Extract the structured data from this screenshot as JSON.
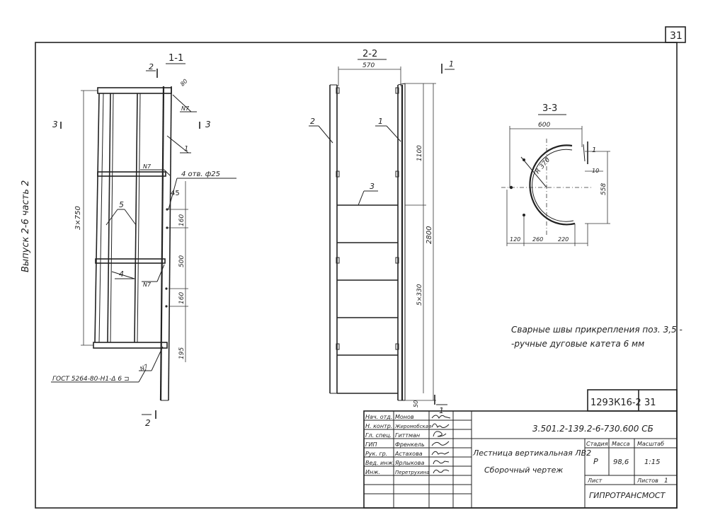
{
  "page_number": "31",
  "side_note": "Выпуск 2-6 часть 2",
  "view_1": {
    "title": "1-1",
    "cut_2": "2",
    "cut_3": "3",
    "dim_height": "3×750",
    "dim_45": "45",
    "dim_160a": "160",
    "dim_500": "500",
    "dim_160b": "160",
    "dim_195": "195",
    "dim_80": "80",
    "holes": "4 отв. ф25",
    "weld_marks": [
      "N7",
      "N7",
      "N7",
      "N7"
    ],
    "pos_1": "1",
    "pos_4": "4",
    "pos_5": "5",
    "gost": "ГОСТ 5264-80-Н1-Δ 6 ⊐"
  },
  "view_2": {
    "title": "2-2",
    "cut_1": "1",
    "dim_width": "570",
    "dim_1100": "1100",
    "dim_2800": "2800",
    "dim_rungs": "5×330",
    "dim_50": "50",
    "pos_1": "1",
    "pos_2": "2",
    "pos_3": "3"
  },
  "view_3": {
    "title": "3-3",
    "dim_600": "600",
    "radius": "R 370",
    "dim_10": "10",
    "dim_558": "558",
    "dim_120": "120",
    "dim_260": "260",
    "dim_220": "220",
    "pos_1": "1"
  },
  "note_line1": "Сварные швы прикрепления поз. 3,5 -",
  "note_line2": "-ручные дуговые катета 6 мм",
  "stamp": {
    "code_box": "1293К16-2",
    "code_box_sheet": "31",
    "doc_code": "3.501.2-139.2-6-730.600 СБ",
    "title_line1": "Лестница вертикальная ЛВ2",
    "title_line2": "Сборочный чертеж",
    "roles": [
      {
        "role": "Нач. отд.",
        "name": "Монов"
      },
      {
        "role": "Н. контр.",
        "name": "Жиромобская"
      },
      {
        "role": "Гл. спец.",
        "name": "Гиттман"
      },
      {
        "role": "ГИП",
        "name": "Френкель"
      },
      {
        "role": "Рук. гр.",
        "name": "Астахова"
      },
      {
        "role": "Вед. инж.",
        "name": "Ярлыкова"
      },
      {
        "role": "Инж.",
        "name": "Перетрухина"
      }
    ],
    "stage_label": "Стадия",
    "mass_label": "Масса",
    "scale_label": "Масштаб",
    "stage": "Р",
    "mass": "98,6",
    "scale": "1:15",
    "sheet_label": "Лист",
    "sheets_label": "Листов",
    "sheets": "1",
    "org": "ГИПРОТРАНСМОСТ"
  }
}
